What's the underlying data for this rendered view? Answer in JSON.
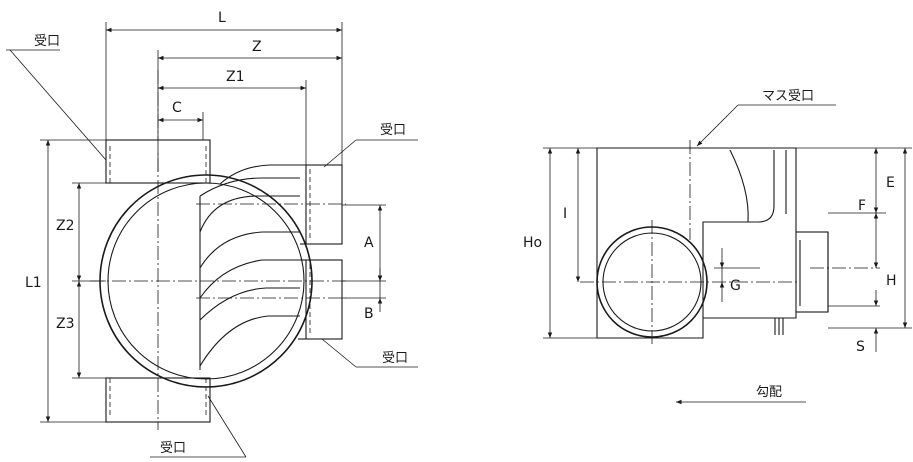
{
  "labels": {
    "L": "L",
    "Z": "Z",
    "Z1": "Z1",
    "C": "C",
    "L1": "L1",
    "Z2": "Z2",
    "Z3": "Z3",
    "A": "A",
    "B": "B",
    "Ho": "Ho",
    "I": "I",
    "E": "E",
    "F": "F",
    "H": "H",
    "G": "G",
    "S": "S"
  },
  "callouts": {
    "socket_top_left": "受口",
    "socket_right_upper": "受口",
    "socket_right_lower": "受口",
    "socket_bottom": "受口",
    "basin_socket": "マス受口",
    "slope": "勾配"
  }
}
